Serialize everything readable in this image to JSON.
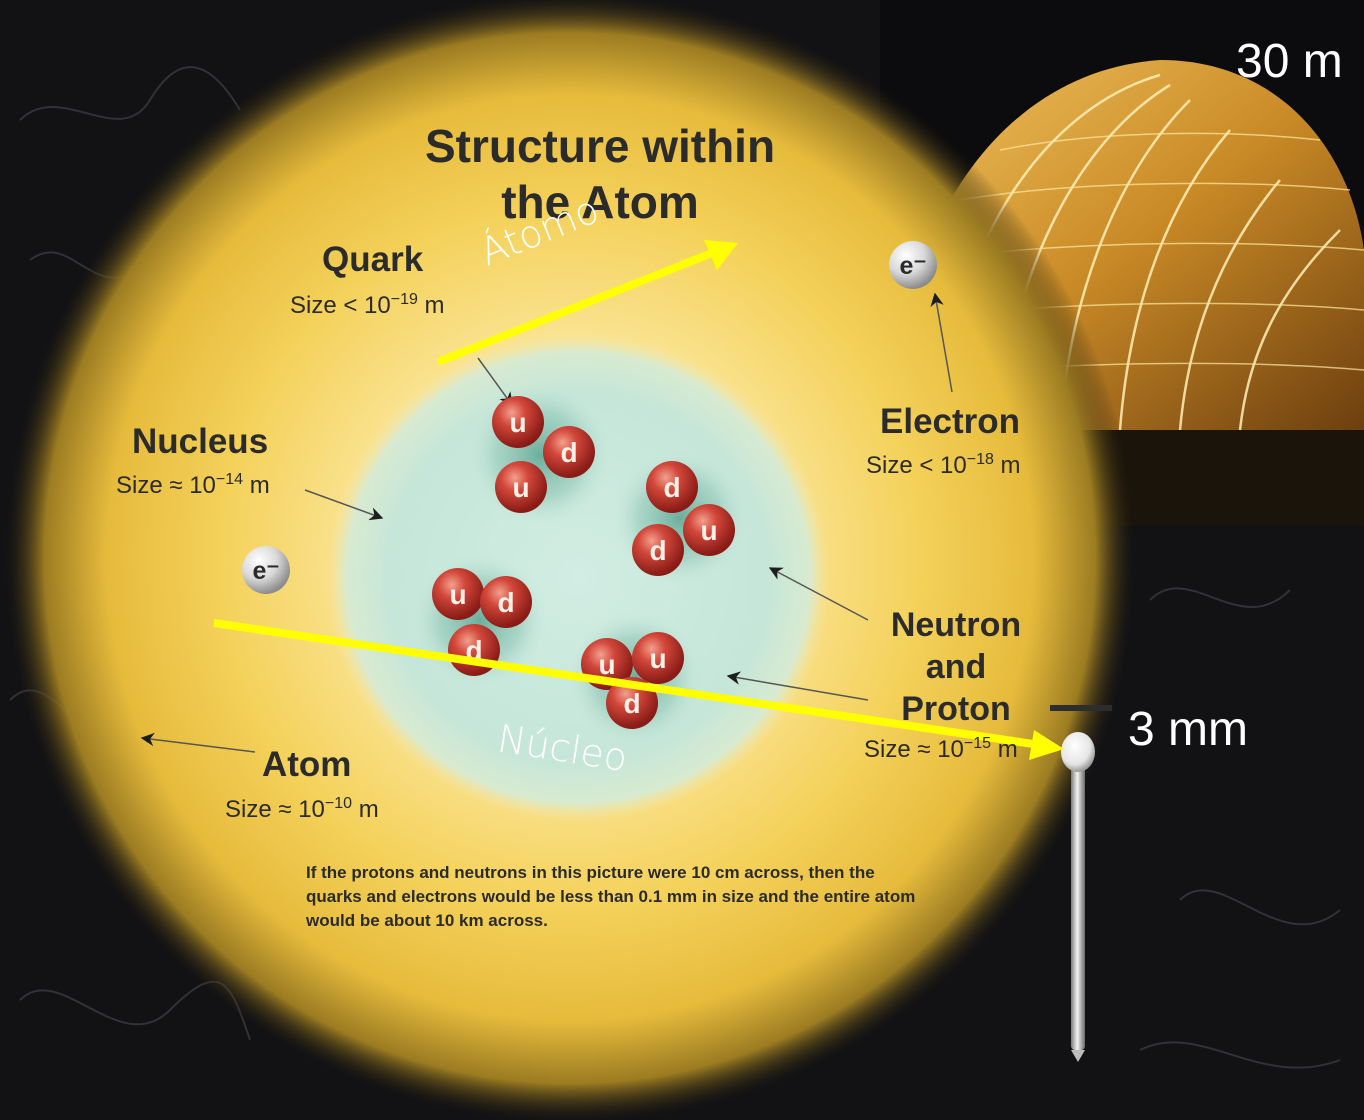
{
  "title": "Structure within the Atom",
  "labels": {
    "quark": {
      "name": "Quark",
      "size_prefix": "Size < 10",
      "size_exp": "−19",
      "size_unit": " m"
    },
    "electron": {
      "name": "Electron",
      "size_prefix": "Size < 10",
      "size_exp": "−18",
      "size_unit": " m"
    },
    "nucleus": {
      "name": "Nucleus",
      "size_prefix": "Size ≈ 10",
      "size_exp": "−14",
      "size_unit": " m"
    },
    "neutron_proton": {
      "name": "Neutron and Proton",
      "name_lines": [
        "Neutron",
        "and",
        "Proton"
      ],
      "size_prefix": "Size ≈ 10",
      "size_exp": "−15",
      "size_unit": " m"
    },
    "atom": {
      "name": "Atom",
      "size_prefix": "Size ≈ 10",
      "size_exp": "−10",
      "size_unit": " m"
    }
  },
  "particle_symbols": {
    "up": "u",
    "down": "d",
    "electron": "e⁻"
  },
  "footnote": "If the protons and neutrons in this picture were 10 cm across, then the quarks and electrons would be less than 0.1 mm in size and the entire atom would be about 10 km across.",
  "overlay_labels": {
    "atomo": "Átomo",
    "nucleo": "Núcleo"
  },
  "scale_labels": {
    "dome": "30 m",
    "pin": "3 mm"
  },
  "colors": {
    "background": "#121214",
    "atom_yellow": "#f3cf55",
    "nucleus_teal": "#c9e8dc",
    "quark_red": "#c8392f",
    "arrow_yellow": "#ffff00",
    "dome_gold": "#d9a23a"
  }
}
